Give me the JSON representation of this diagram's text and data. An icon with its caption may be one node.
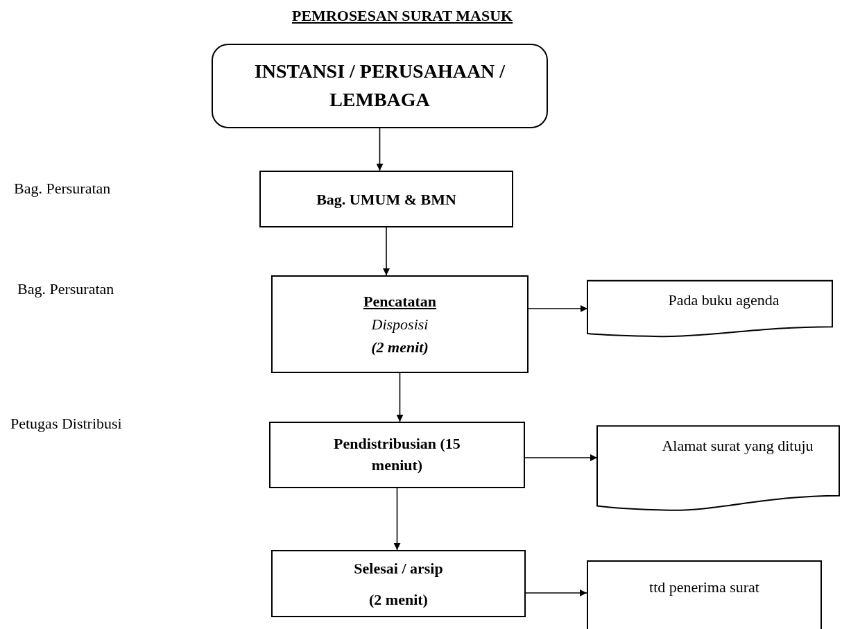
{
  "diagram": {
    "title": "PEMROSESAN SURAT MASUK",
    "nodes": [
      {
        "text": [
          "INSTANSI / PERUSAHAAN / LEMBAGA"
        ]
      },
      {
        "text": [
          "Bag. UMUM & BMN"
        ]
      },
      {
        "text": [
          "Pencatatan",
          "Disposisi",
          "(2 menit)"
        ]
      },
      {
        "text": [
          "Pada buku agenda"
        ]
      },
      {
        "text": [
          "Pendistribusian (15 meniut)"
        ]
      },
      {
        "text": [
          "Alamat surat yang dituju"
        ]
      },
      {
        "text": [
          "Selesai / arsip",
          "(2 menit)"
        ]
      },
      {
        "text": [
          "ttd penerima surat"
        ]
      }
    ],
    "edges": [
      {
        "from": 0,
        "to": 1,
        "arrow": "to"
      },
      {
        "from": 1,
        "to": 2,
        "arrow": "to"
      },
      {
        "from": 2,
        "to": 3,
        "arrow": "to"
      },
      {
        "from": 2,
        "to": 4,
        "arrow": "to"
      },
      {
        "from": 4,
        "to": 5,
        "arrow": "to"
      },
      {
        "from": 4,
        "to": 6,
        "arrow": "to"
      },
      {
        "from": 6,
        "to": 7,
        "arrow": "to"
      }
    ],
    "labels": [
      "Bag. Persuratan",
      "Bag. Persuratan",
      "Petugas Distribusi"
    ]
  }
}
